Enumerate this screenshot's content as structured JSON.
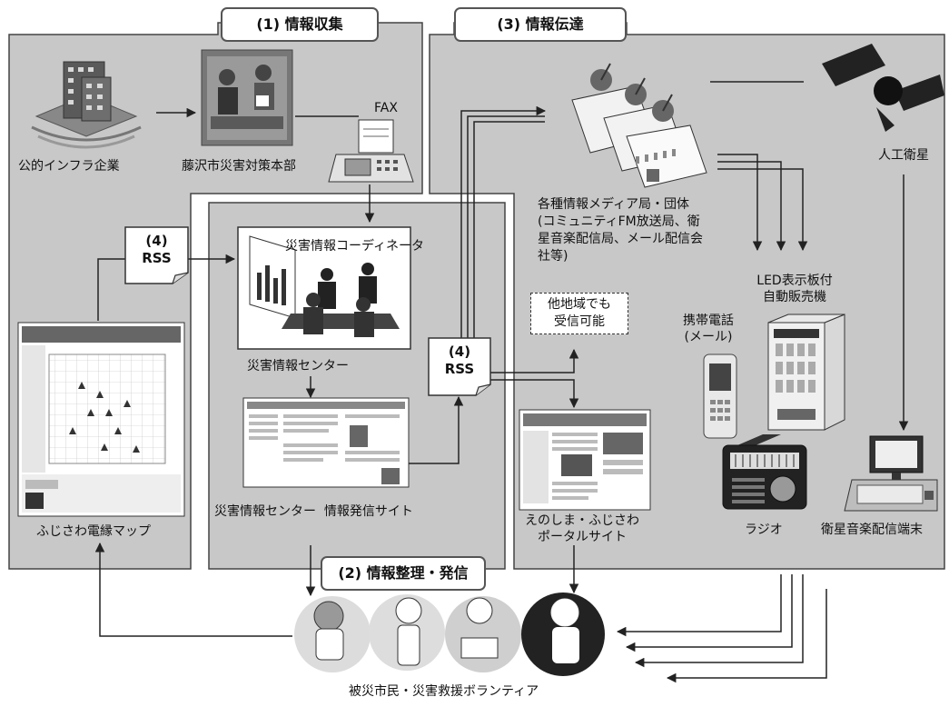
{
  "panels": {
    "collect": "(1) 情報収集",
    "transmit": "(3) 情報伝達",
    "organize": "(2) 情報整理・発信"
  },
  "labels": {
    "infra": "公的インフラ企業",
    "hq": "藤沢市災害対策本部",
    "fax": "FAX",
    "coordinator": "災害情報コーディネータ",
    "center": "災害情報センター",
    "site": "災害情報センター  情報発信サイト",
    "map": "ふじさわ電縁マップ",
    "portal_l1": "えのしま・ふじさわ",
    "portal_l2": "ポータルサイト",
    "media": "各種情報メディア局・団体(コミュニティFM放送局、衛星音楽配信局、メール配信会社等)",
    "satellite": "人工衛星",
    "vending_l1": "LED表示板付",
    "vending_l2": "自動販売機",
    "phone_l1": "携帯電話",
    "phone_l2": "(メール)",
    "radio": "ラジオ",
    "terminal": "衛星音楽配信端末",
    "citizens": "被災市民・災害救援ボランティア",
    "other_region_l1": "他地域でも",
    "other_region_l2": "受信可能"
  },
  "rss": {
    "num": "(4)",
    "label": "RSS"
  },
  "icons": {
    "infra": "building-icon",
    "hq": "meeting-people-icon",
    "fax": "fax-machine-icon",
    "center": "meeting-room-icon",
    "site": "website-screenshot-icon",
    "map": "map-website-icon",
    "portal": "portal-website-icon",
    "media": "broadcast-station-icon",
    "satellite": "satellite-icon",
    "vending": "vending-machine-icon",
    "phone": "mobile-phone-icon",
    "radio": "radio-icon",
    "terminal": "satellite-terminal-icon",
    "citizens": "citizens-icon"
  }
}
